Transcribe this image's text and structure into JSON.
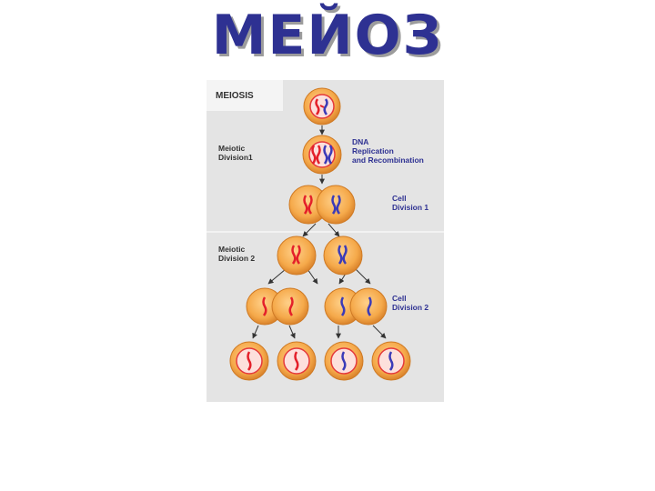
{
  "title": "МЕЙОЗ",
  "colors": {
    "title": "#2e3192",
    "cell_fill": "#f5a94a",
    "cell_rim": "#d9822b",
    "nucleus_fill": "#fde0dc",
    "nucleus_ring": "#e5393b",
    "chromosome_red": "#e4202a",
    "chromosome_blue": "#3b3bb8",
    "arrow": "#333333",
    "label_blue": "#2e3192"
  },
  "diagram": {
    "heading": "MEIOSIS",
    "labels": {
      "meiotic_division_1": [
        "Meiotic",
        "Division1"
      ],
      "meiotic_division_2": [
        "Meiotic",
        "Division 2"
      ],
      "dna_replication": [
        "DNA",
        "Replication",
        "and Recombination"
      ],
      "cell_division_1": [
        "Cell",
        "Division 1"
      ],
      "cell_division_2": [
        "Cell",
        "Division 2"
      ]
    }
  }
}
